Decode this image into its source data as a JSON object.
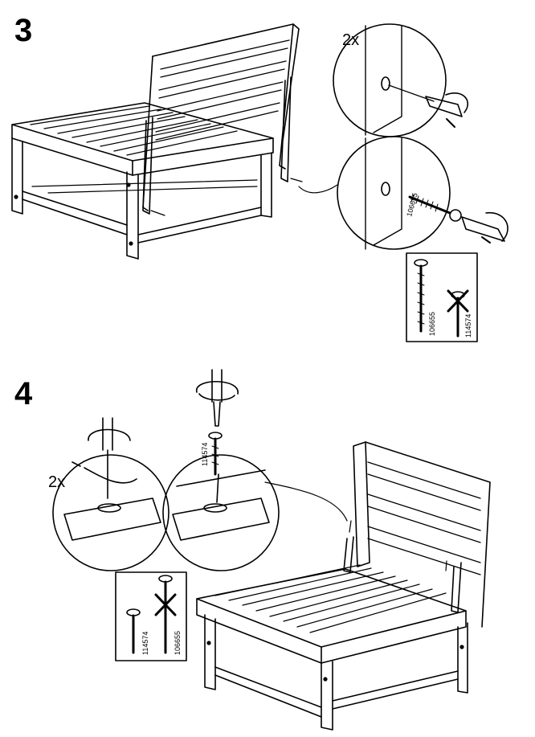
{
  "steps": [
    {
      "number": "3",
      "quantity": "2x",
      "screw_label_detail": "106655",
      "screws_box": {
        "correct": "106655",
        "wrong": "114574"
      }
    },
    {
      "number": "4",
      "quantity": "2x",
      "screw_label_detail": "114574",
      "screws_box": {
        "correct": "114574",
        "wrong": "106655"
      }
    }
  ]
}
